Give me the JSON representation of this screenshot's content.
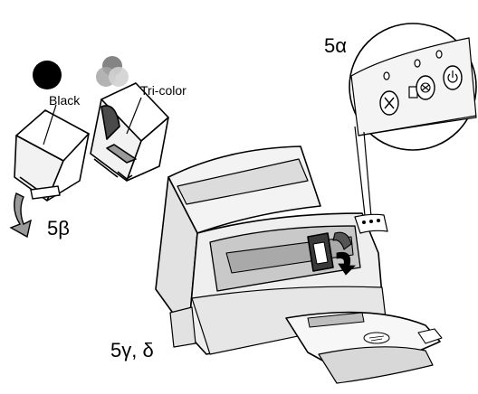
{
  "labels": {
    "step_5a": "5α",
    "step_5b": "5β",
    "step_5gd": "5γ, δ",
    "black": "Black",
    "tricolor": "Tri-color"
  },
  "colors": {
    "line": "#000000",
    "ink_black": "#000000",
    "ink_dark_gray": "#6e6e6e",
    "ink_mid_gray": "#a6a6a6",
    "ink_light_gray": "#d2d2d2",
    "printer_body": "#efefef",
    "printer_shadow": "#c9c9c9",
    "panel_face": "#f4f4f4"
  },
  "icons": {
    "control_panel_buttons": [
      "cancel-icon",
      "resume-icon",
      "power-icon"
    ]
  }
}
